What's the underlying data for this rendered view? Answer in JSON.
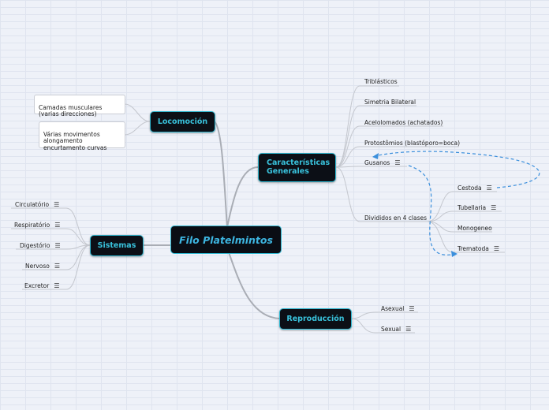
{
  "central": "Filo Platelmintos",
  "branches": {
    "locomocion": {
      "label": "Locomoción",
      "items": [
        "Camadas musculares\n(varias direcciones)",
        "Várias movimentos\nalongamento\nencurtamento curvas"
      ]
    },
    "sistemas": {
      "label": "Sistemas",
      "items": [
        "Circulatório",
        "Respiratório",
        "Digestório",
        "Nervoso",
        "Excretor"
      ]
    },
    "caracteristicas": {
      "label": "Características\nGenerales",
      "items": [
        "Triblásticos",
        "Simetria Bilateral",
        "Acelolomados (achatados)",
        "Protostômios (blastóporo=boca)",
        "Gusanos",
        "Divididos en 4 clases"
      ],
      "clases": [
        "Cestoda",
        "Tubellaria",
        "Monogeneo",
        "Trematoda"
      ]
    },
    "reproduccion": {
      "label": "Reproducción",
      "items": [
        "Asexual",
        "Sexual"
      ]
    }
  },
  "note_icon": "notes-icon",
  "colors": {
    "node_fill": "#0c0f16",
    "node_border": "#2fb6cf",
    "node_text": "#39c2dc",
    "relation": "#3b8fdc",
    "connector": "#b8bcc4"
  }
}
